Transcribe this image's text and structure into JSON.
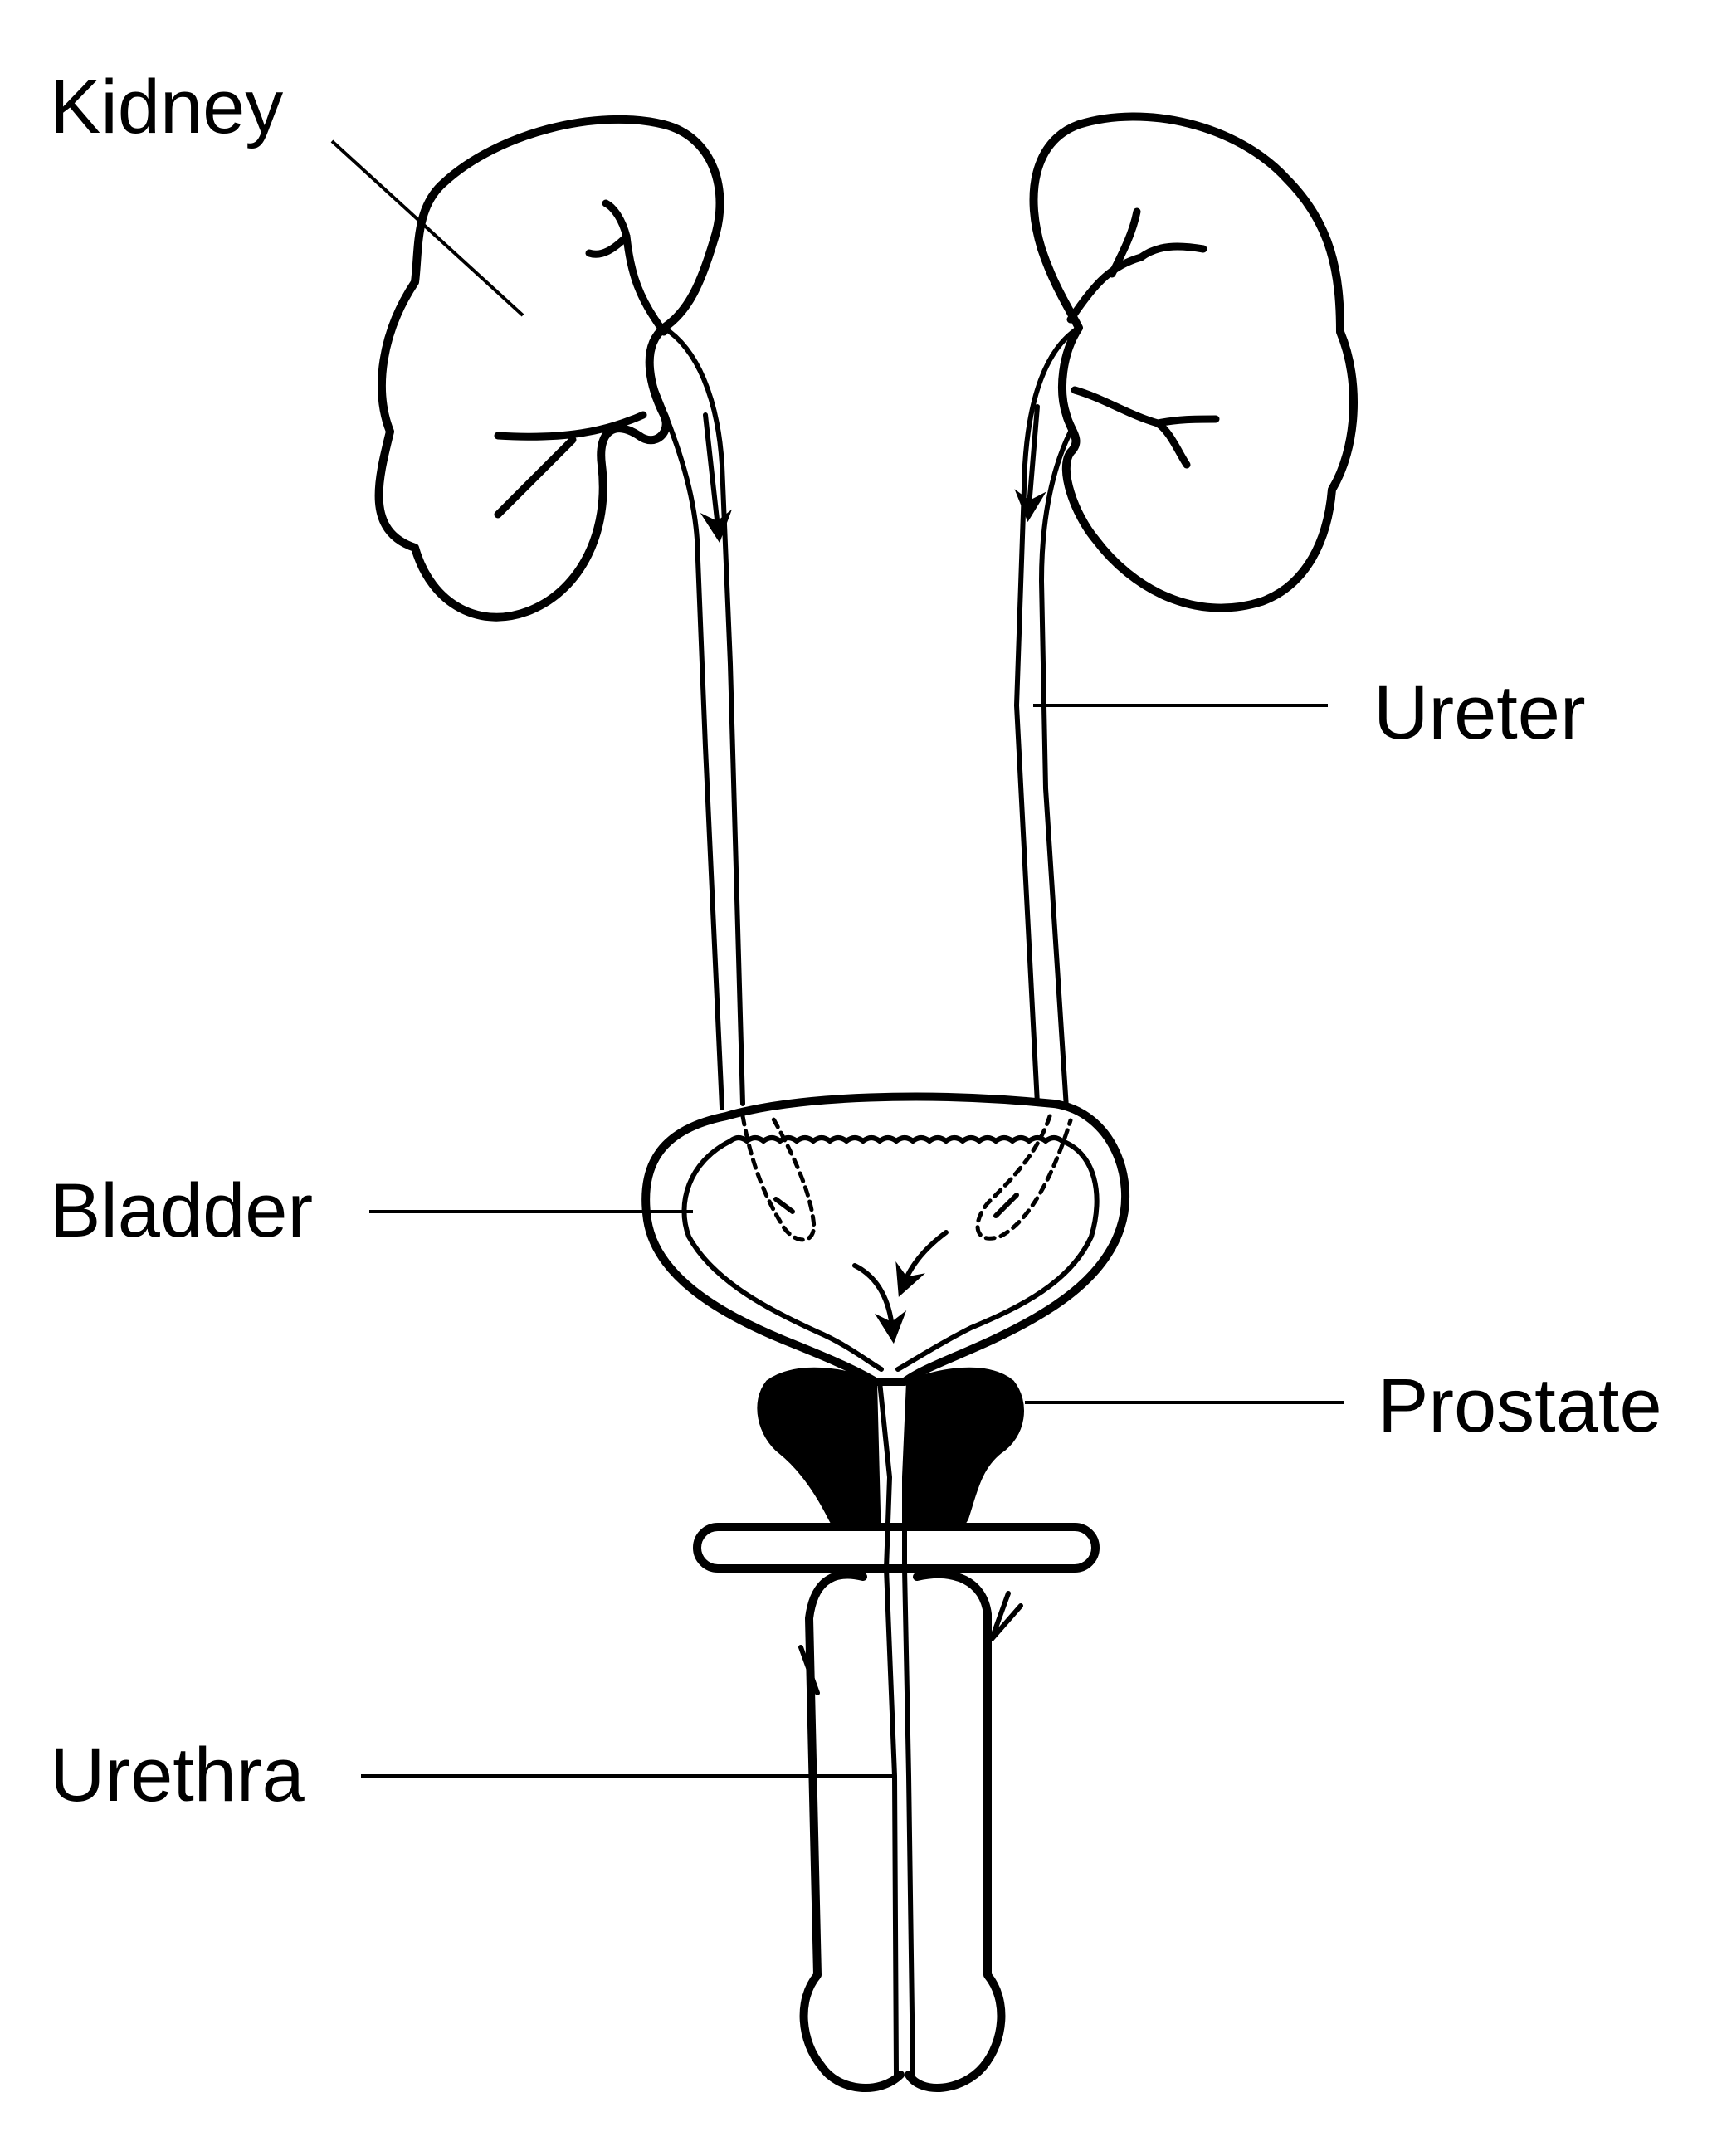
{
  "labels": {
    "kidney": "Kidney",
    "ureter": "Ureter",
    "bladder": "Bladder",
    "prostate": "Prostate",
    "urethra": "Urethra"
  },
  "colors": {
    "ink": "#000000",
    "background": "#ffffff"
  }
}
